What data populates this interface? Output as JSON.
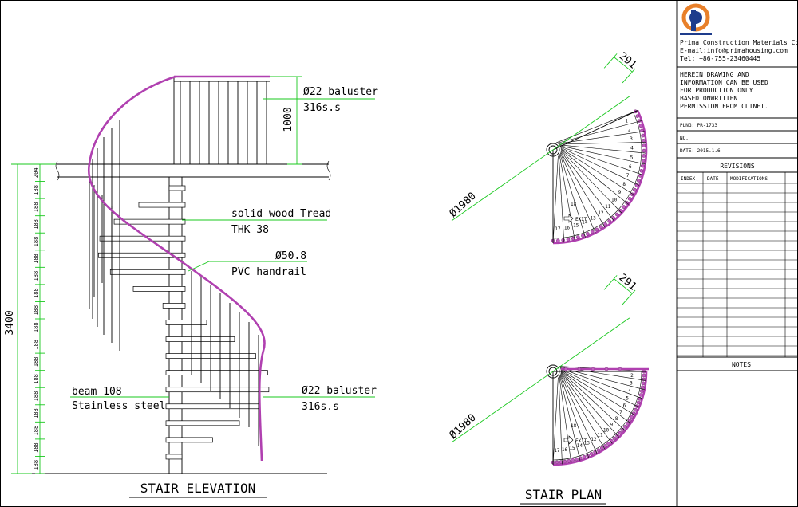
{
  "elevation": {
    "title": "STAIR ELEVATION",
    "dim_total": "3400",
    "dim_rail": "1000",
    "riser_dims": [
      "204",
      "188",
      "188",
      "188",
      "188",
      "188",
      "188",
      "188",
      "188",
      "188",
      "188",
      "188",
      "188",
      "188",
      "188",
      "188",
      "188",
      "188"
    ],
    "label_baluster_top": [
      "Ø22 baluster",
      "316s.s"
    ],
    "label_tread": [
      "solid wood Tread",
      "THK 38"
    ],
    "label_handrail": [
      "Ø50.8",
      "PVC handrail"
    ],
    "label_beam": [
      "beam 108",
      "Stainless steel"
    ],
    "label_baluster_bottom": [
      "Ø22 baluster",
      "316s.s"
    ]
  },
  "plan_top": {
    "dim_diameter": "Ø1980",
    "dim_tread": "291",
    "exit_label": "EXIT",
    "landing_number": "18",
    "step_numbers": [
      "1",
      "2",
      "3",
      "4",
      "5",
      "6",
      "7",
      "8",
      "9",
      "10",
      "11",
      "12",
      "13",
      "14",
      "15",
      "16",
      "17"
    ]
  },
  "plan_bottom": {
    "dim_diameter": "Ø1980",
    "dim_tread": "291",
    "exit_label": "EXIT",
    "landing_number": "18",
    "step_numbers": [
      "2",
      "3",
      "4",
      "5",
      "6",
      "7",
      "8",
      "9",
      "10",
      "11",
      "12",
      "13",
      "14",
      "15",
      "16",
      "17"
    ]
  },
  "plan_title": "STAIR PLAN",
  "title_block": {
    "company": "Prima Construction Materials Co.,Ltd",
    "email": "E-mail:info@primahousing.com",
    "tel": "Tel: +86-755-23460445",
    "notice": [
      "HEREIN DRAWING AND",
      "INFORMATION CAN BE USED",
      "FOR PRODUCTION ONLY",
      "BASED ONWRITTEN",
      "PERMISSION FROM CLINET."
    ],
    "plng": "PLNG: PR-1733",
    "no": "NO.",
    "date": "DATE: 2015.1.6",
    "revisions_title": "REVISIONS",
    "revision_columns": [
      "INDEX",
      "DATE",
      "MODIFICATIONS"
    ],
    "notes_title": "NOTES"
  },
  "colors": {
    "handrail": "#b040b0",
    "dimension": "#19c81e",
    "logo_orange": "#e8802a",
    "logo_blue": "#1e3c8c"
  }
}
